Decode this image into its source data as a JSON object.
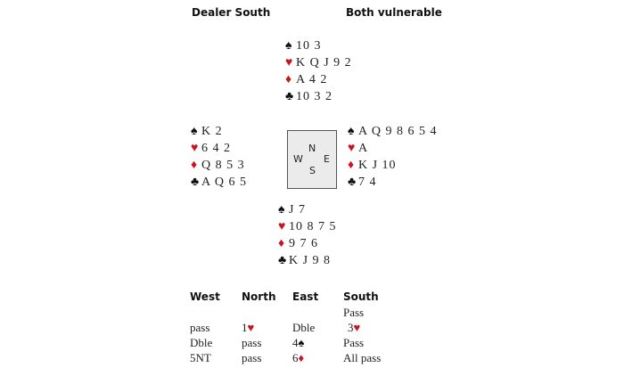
{
  "header": {
    "dealer": "Dealer South",
    "vulnerability": "Both vulnerable"
  },
  "suits": {
    "spade": "♠",
    "heart": "♥",
    "diamond": "♦",
    "club": "♣"
  },
  "colors": {
    "red": "#c8161d",
    "black": "#111111"
  },
  "compass": {
    "n": "N",
    "s": "S",
    "e": "E",
    "w": "W"
  },
  "hands": {
    "north": {
      "spades": "10 3",
      "hearts": "K Q J 9 2",
      "diamonds": "A 4 2",
      "clubs": "10 3 2"
    },
    "west": {
      "spades": "K 2",
      "hearts": "6 4 2",
      "diamonds": "Q 8 5 3",
      "clubs": "A Q 6 5"
    },
    "east": {
      "spades": "A Q 9 8 6 5 4",
      "hearts": "A",
      "diamonds": "K J 10",
      "clubs": "7 4"
    },
    "south": {
      "spades": "J 7",
      "hearts": "10 8 7 5",
      "diamonds": "9 7 6",
      "clubs": "K J 9 8"
    }
  },
  "auction": {
    "headers": [
      "West",
      "North",
      "East",
      "South"
    ],
    "rows": [
      [
        "",
        "",
        "",
        "Pass"
      ],
      [
        "pass",
        "1",
        "Dble",
        "3"
      ],
      [
        "Dble",
        "pass",
        "4",
        "Pass"
      ],
      [
        "5NT",
        "pass",
        "6",
        "All pass"
      ]
    ]
  }
}
